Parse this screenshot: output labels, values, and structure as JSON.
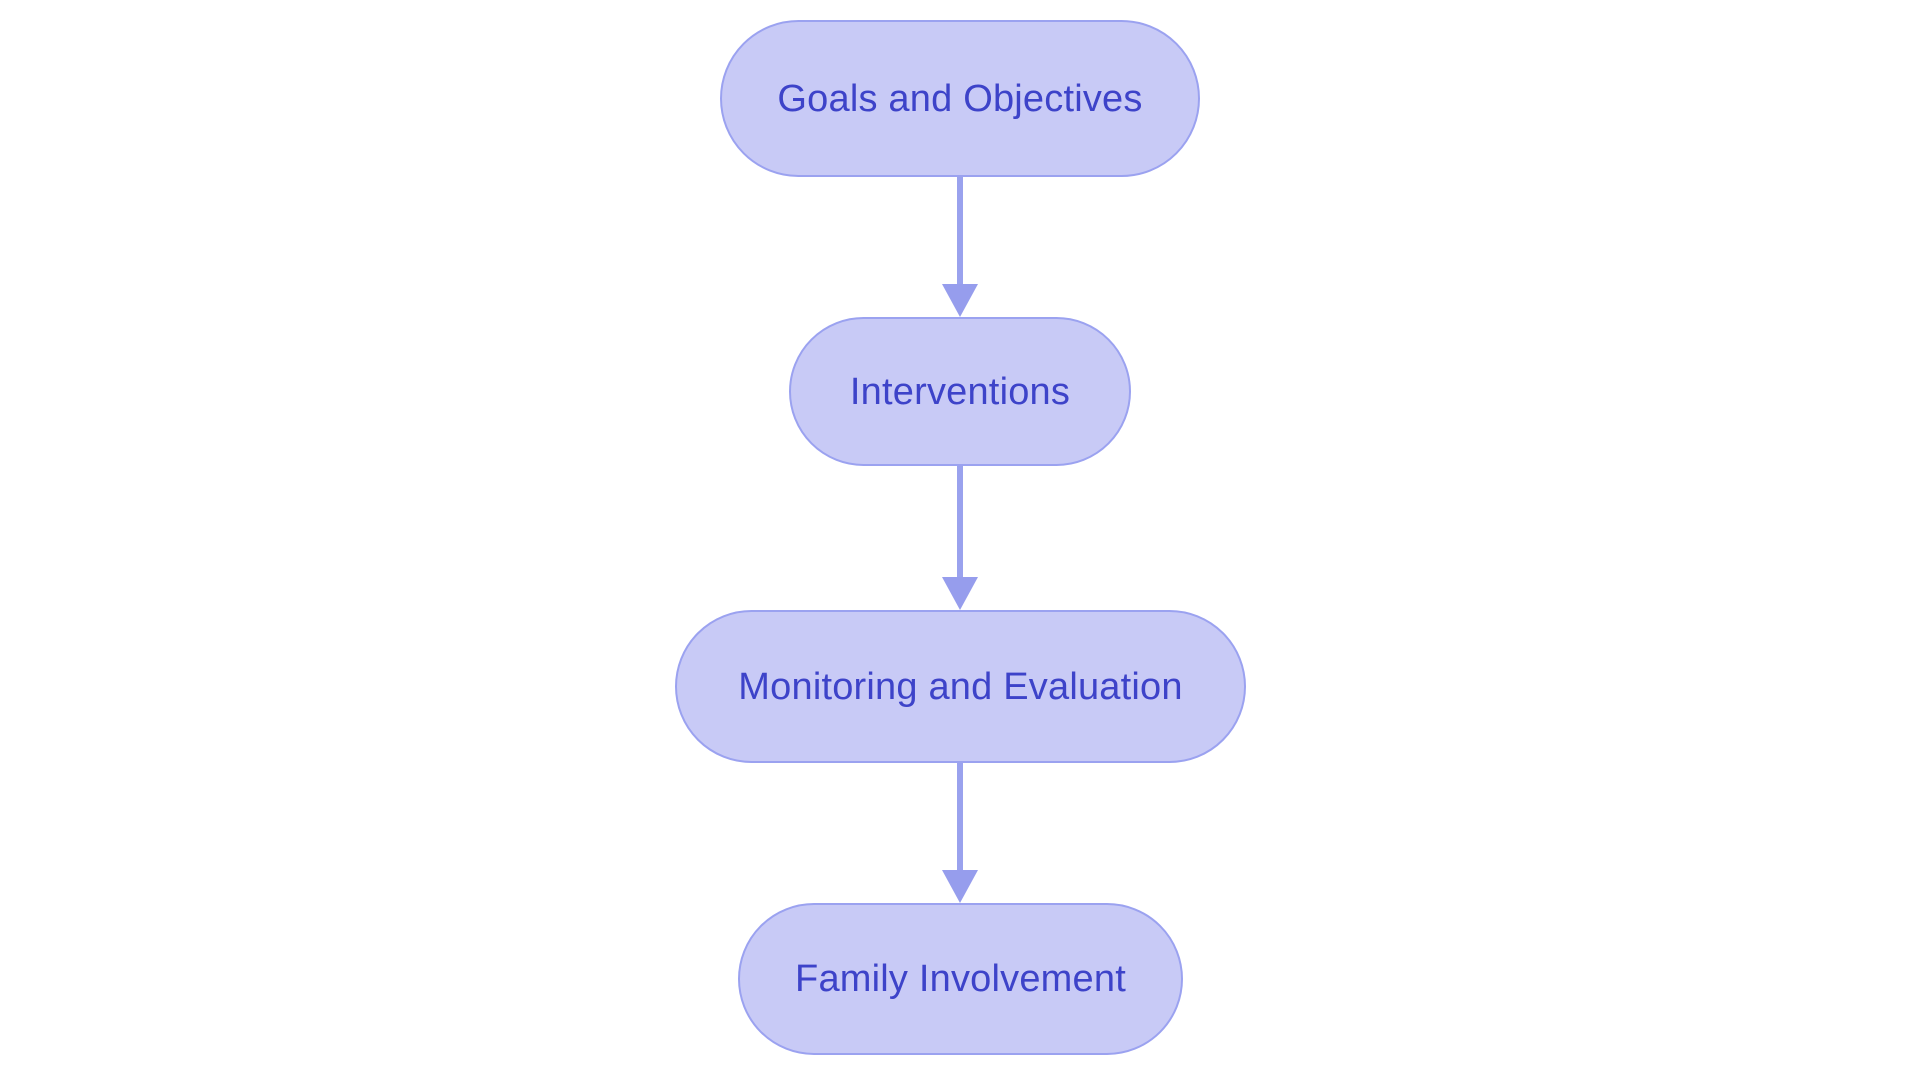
{
  "diagram": {
    "type": "flowchart",
    "direction": "top-down",
    "background_color": "#ffffff",
    "node_fill_color": "#c8caf6",
    "node_border_color": "#9ba2f0",
    "node_text_color": "#3d43c9",
    "arrow_color": "#9aa2ee",
    "nodes": [
      {
        "id": "goals",
        "label": "Goals and Objectives"
      },
      {
        "id": "interventions",
        "label": "Interventions"
      },
      {
        "id": "monitoring",
        "label": "Monitoring and Evaluation"
      },
      {
        "id": "family",
        "label": "Family Involvement"
      }
    ],
    "edges": [
      {
        "from": "Goals and Objectives",
        "to": "Interventions"
      },
      {
        "from": "Interventions",
        "to": "Monitoring and Evaluation"
      },
      {
        "from": "Monitoring and Evaluation",
        "to": "Family Involvement"
      }
    ]
  }
}
